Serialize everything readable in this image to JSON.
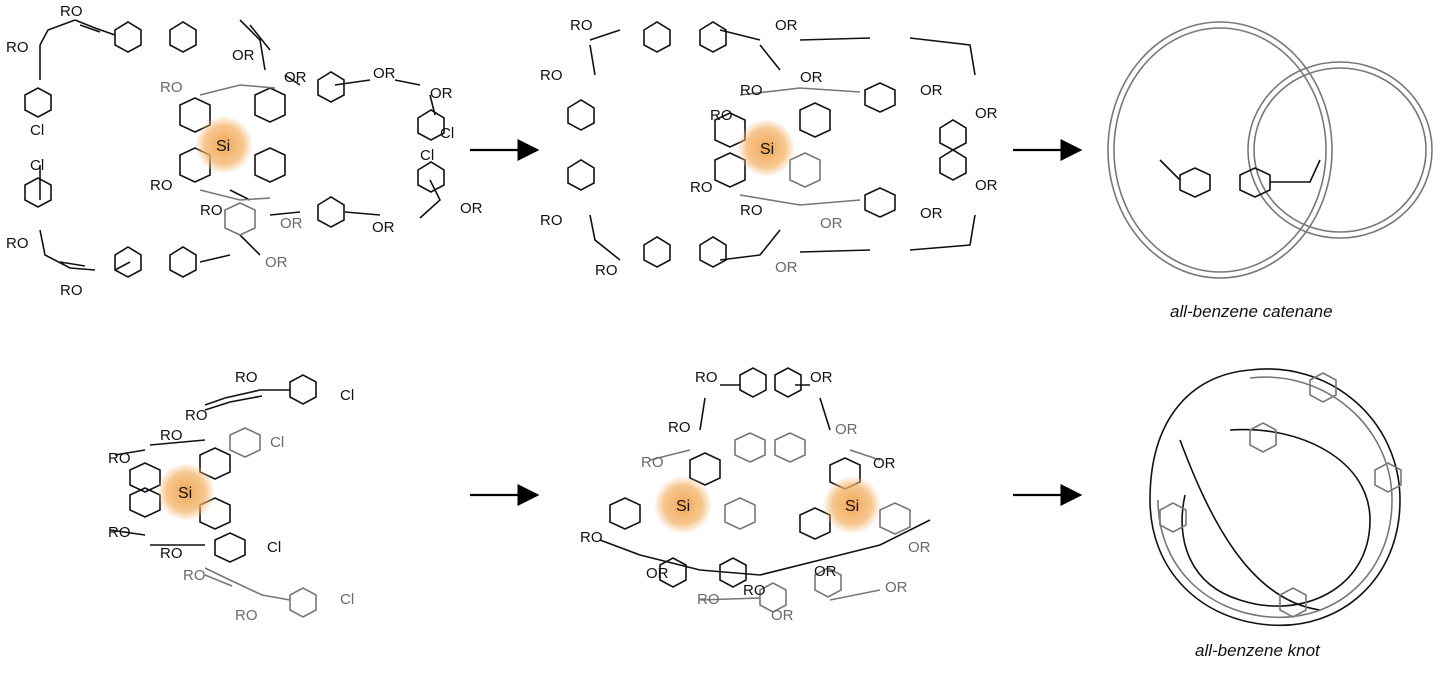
{
  "labels": {
    "ro": "RO",
    "or": "OR",
    "cl": "Cl",
    "si": "Si"
  },
  "captions": {
    "catenane": "all-benzene catenane",
    "knot": "all-benzene knot"
  },
  "colors": {
    "silicon_glow": "#f0a24a",
    "line_dark": "#111111",
    "line_gray": "#777777"
  },
  "icons": [
    "right-arrow-icon",
    "benzene-ring-icon",
    "silicon-center-icon"
  ]
}
